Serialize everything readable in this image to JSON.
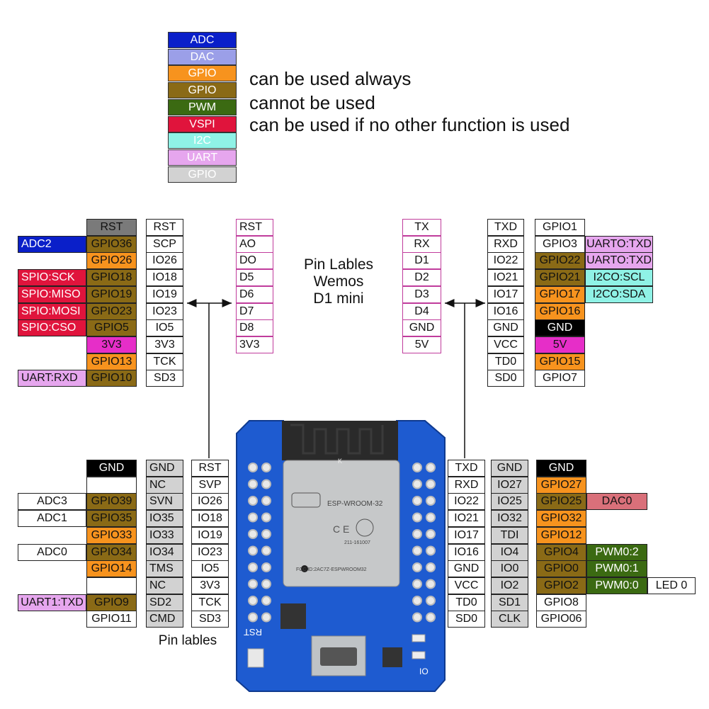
{
  "legend": {
    "swatches": [
      {
        "label": "ADC",
        "color": "#0a1fc9",
        "text": "#ffffff"
      },
      {
        "label": "DAC",
        "color": "#9b9fe8",
        "text": "#ffffff"
      },
      {
        "label": "GPIO",
        "color": "#f7931e",
        "text": "#ffffff"
      },
      {
        "label": "GPIO",
        "color": "#8a6a16",
        "text": "#ffffff"
      },
      {
        "label": "PWM",
        "color": "#3b6a12",
        "text": "#ffffff"
      },
      {
        "label": "VSPI",
        "color": "#e0143c",
        "text": "#ffffff"
      },
      {
        "label": "I2C",
        "color": "#8ff2e6",
        "text": "#ffffff"
      },
      {
        "label": "UART",
        "color": "#e6a6ee",
        "text": "#ffffff"
      },
      {
        "label": "GPIO",
        "color": "#d2d2d2",
        "text": "#ffffff"
      }
    ],
    "text": [
      "can be used always",
      "cannot be used",
      "can be used if no other function is used"
    ]
  },
  "titles": {
    "center": [
      "Pin Lables",
      "Wemos",
      "D1 mini"
    ],
    "bottom": "Pin lables"
  },
  "board": {
    "module_name": "ESP-WROOM-32",
    "fcc": "FCC ID:2AC7Z-ESPWROOM32",
    "code": "211-161007",
    "rst": "RST",
    "io": "IO",
    "k": "K"
  },
  "tl_func": [
    "",
    "ADC2",
    "",
    "SPIO:SCK",
    "SPIO:MISO",
    "SPIO:MOSI",
    "SPIO:CSO",
    "",
    "",
    "UART:RXD"
  ],
  "tl_gpio": [
    "RST",
    "GPIO36",
    "GPIO26",
    "GPIO18",
    "GPIO19",
    "GPIO23",
    "GPIO5",
    "3V3",
    "GPIO13",
    "GPIO10"
  ],
  "tl_pin": [
    "RST",
    "SCP",
    "IO26",
    "IO18",
    "IO19",
    "IO23",
    "IO5",
    "3V3",
    "TCK",
    "SD3"
  ],
  "tc_left": [
    "RST",
    "AO",
    "DO",
    "D5",
    "D6",
    "D7",
    "D8",
    "3V3"
  ],
  "tc_right": [
    "TX",
    "RX",
    "D1",
    "D2",
    "D3",
    "D4",
    "GND",
    "5V"
  ],
  "tr_pin": [
    "TXD",
    "RXD",
    "IO22",
    "IO21",
    "IO17",
    "IO16",
    "GND",
    "VCC",
    "TD0",
    "SD0"
  ],
  "tr_gpio": [
    "GPIO1",
    "GPIO3",
    "GPIO22",
    "GPIO21",
    "GPIO17",
    "GPIO16",
    "GND",
    "5V",
    "GPIO15",
    "GPIO7"
  ],
  "tr_func": [
    "",
    "UARTO:TXD",
    "UARTO:TXD",
    "I2CO:SCL",
    "I2CO:SDA",
    "",
    "",
    "",
    "",
    ""
  ],
  "bl_func": [
    "",
    "",
    "ADC3",
    "ADC1",
    "",
    "ADC0",
    "",
    "",
    "UART1:TXD",
    ""
  ],
  "bl_gpio": [
    "GND",
    "",
    "GPIO39",
    "GPIO35",
    "GPIO33",
    "GPIO34",
    "GPIO14",
    "",
    "GPIO9",
    "GPIO11"
  ],
  "bl_pin": [
    "GND",
    "NC",
    "SVN",
    "IO35",
    "IO33",
    "IO34",
    "TMS",
    "NC",
    "SD2",
    "CMD"
  ],
  "bl_hdr": [
    "RST",
    "SVP",
    "IO26",
    "IO18",
    "IO19",
    "IO23",
    "IO5",
    "3V3",
    "TCK",
    "SD3"
  ],
  "br_hdr": [
    "TXD",
    "RXD",
    "IO22",
    "IO21",
    "IO17",
    "IO16",
    "GND",
    "VCC",
    "TD0",
    "SD0"
  ],
  "br_pin": [
    "GND",
    "IO27",
    "IO25",
    "IO32",
    "TDI",
    "IO4",
    "IO0",
    "IO2",
    "SD1",
    "CLK"
  ],
  "br_gpio": [
    "GND",
    "GPIO27",
    "GPIO25",
    "GPIO32",
    "GPIO12",
    "GPIO4",
    "GPIO0",
    "GPIO2",
    "GPIO8",
    "GPIO06"
  ],
  "br_func": [
    "",
    "",
    "DAC0",
    "",
    "",
    "PWM0:2",
    "PWM0:1",
    "PWM0:0",
    "",
    ""
  ],
  "br_extra": "LED 0"
}
